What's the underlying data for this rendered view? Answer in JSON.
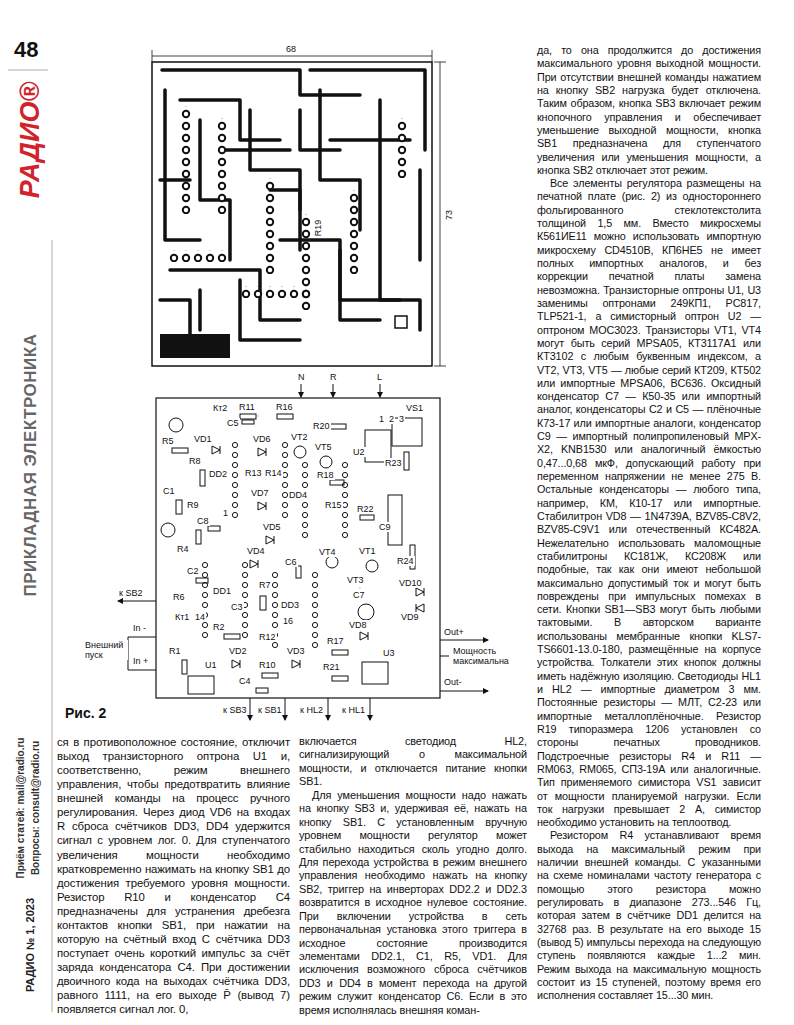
{
  "diagram": {
    "caption": "Рис. 2",
    "labels": [
      "48",
      "РАДИО®",
      "ПРИКЛАДНАЯ ЭЛЕКТРОНИКА",
      "Приём статей: mail@radio.ru",
      "Вопросы: consult@radio.ru",
      "РАДИО № 1, 2023",
      "68",
      "R19",
      "73",
      "N",
      "R",
      "L",
      "VS1",
      "1",
      "2",
      "3",
      "Кт2",
      "R11",
      "R16",
      "C5",
      "R20",
      "R5",
      "VD1",
      "VD6",
      "VT2",
      "VT5",
      "U2",
      "R8",
      "DD2",
      "R13",
      "R14",
      "R18",
      "R23",
      "C1",
      "VD7",
      "DD4",
      "R9",
      "R15",
      "R22",
      "1",
      "C8",
      "VD5",
      "C9",
      "R4",
      "VD4",
      "VT4",
      "VT1",
      "C6",
      "R24",
      "C2",
      "VT3",
      "R7",
      "VD10",
      "DD1",
      "C7",
      "R6",
      "DD3",
      "C3",
      "VD9",
      "Кт1",
      "14",
      "R2",
      "16",
      "VD8",
      "R12",
      "R17",
      "R1",
      "VD2",
      "VD3",
      "U3",
      "U1",
      "R10",
      "R21",
      "C4",
      "к SB2",
      "In -",
      "Внешний пуск",
      "In +",
      "Out+",
      "Мощность максимальна",
      "Out-",
      "к SB3",
      "к SB1",
      "к HL2",
      "к HL1",
      "да, то она продолжится до достижения максимального уровня выходной мощности. При отсутствии внешней команды нажатием на кнопку SB2 нагрузка будет отключена. Таким образом, кнопка SB3 включает режим кнопочного управления и обеспечивает уменьшение выходной мощности, кнопка SB1 предназначена для ступенчатого увеличения или уменьшения мощности, а кнопка SB2 отключает этот режим.",
      "Все элементы регулятора размещены на печатной плате (рис. 2) из одностороннего фольгированного стеклотекстолита толщиной 1,5 мм. Вместо микросхемы К561ИЕ11 можно использовать импортную микросхему CD4510B, КП6НЕ5 не имеет полных импортных аналогов, и без коррекции печатной платы замена невозможна. Транзисторные оптроны U1, U3 заменимы оптронами 249КП1, PC817, TLP521-1, а симисторный оптрон U2 — оптроном MOC3023. Транзисторы VT1, VT4 могут быть серий MPSA05, КТ3117А1 или КТ3102 с любым буквенным индексом, а VT2, VT3, VT5 — любые серий КТ209, КТ502 или импортные MPSA06, BC636. Оксидный конденсатор C7 — К50-35 или импортный аналог, конденсаторы C2 и C5 — плёночные К73-17 или импортные аналоги, конденсатор C9 — импортный полипропиленовый MPX-X2, KNB1530 или аналогичный ёмкостью 0,47...0,68 мкФ, допускающий работу при переменном напряжении не менее 275 В. Остальные конденсаторы — любого типа, например, КМ, К10-17 или импортные. Стабилитрон VD8 — 1N4739A, BZV85-C8V2, BZV85-C9V1 или отечественный КС482А. Нежелательно использовать маломощные стабилитроны КС181Ж, КС208Ж или подобные, так как они имеют небольшой максимально допустимый ток и могут быть повреждены при импульсных помехах в сети. Кнопки SB1—SB3 могут быть любыми тактовыми. В авторском варианте использованы мембранные кнопки KLS7-TS6601-13.0-180, размещённые на корпусе устройства. Толкатели этих кнопок должны иметь надёжную изоляцию. Светодиоды HL1 и HL2 — импортные диаметром 3 мм. Постоянные резисторы — МЛТ, С2-23 или импортные металлоплёночные. Резистор R19 типоразмера 1206 установлен со стороны печатных проводников. Подстроечные резисторы R4 и R11 — RM063, RM065, СП3-19А или аналогичные. Тип применяемого симистора VS1 зависит от мощности планируемой нагрузки. Если ток нагрузки превышает 2 А, симистор необходимо установить на теплоотвод.",
      "Резистором R4 устанавливают время выхода на максимальный режим при наличии внешней команды. С указанными на схеме номиналами частоту генератора с помощью этого резистора можно регулировать в диапазоне 273...546 Гц, которая затем в счётчике DD1 делится на 32768 раз. В результате на его выходе 15 (вывод 5) импульсы перехода на следующую ступень появляются каждые 1...2 мин. Режим выхода на максимальную мощность состоит из 15 ступеней, поэтому время его исполнения составляет 15...30 мин.",
      "ся в противоположное состояние, отключит выход транзисторного оптрона U1 и, соответственно, режим внешнего управления, чтобы предотвратить влияние внешней команды на процесс ручного регулирования. Через диод VD6 на входах R сброса счётчиков DD3, DD4 удержится сигнал с уровнем лог. 0. Для ступенчатого увеличения мощности необходимо кратковременно нажимать на кнопку SB1 до достижения требуемого уровня мощности. Резистор R10 и конденсатор C4 предназначены для устранения дребезга контактов кнопки SB1, при нажатии на которую на счётный вход C счётчика DD3 поступает очень короткий импульс за счёт заряда конденсатора C4. При достижении двоичного кода на выходах счётчика DD3, равного 1111, на его выходе P̄ (вывод 7) появляется сигнал лог. 0,",
      "включается светодиод HL2, сигнализирующий о максимальной мощности, и отключается питание кнопки SB1.",
      "Для уменьшения мощности надо нажать на кнопку SB3 и, удерживая её, нажать на кнопку SB1. С установленным вручную уровнем мощности регулятор может стабильно находиться сколь угодно долго. Для перехода устройства в режим внешнего управления необходимо нажать на кнопку SB2, триггер на инверторах DD2.2 и DD2.3 возвратится в исходное нулевое состояние. При включении устройства в сеть первоначальная установка этого триггера в исходное состояние производится элементами DD2.1, C1, R5, VD1. Для исключения возможного сброса счётчиков DD3 и DD4 в момент перехода на другой режим служит конденсатор C6. Если в это время исполнялась внешняя коман-"
    ]
  }
}
